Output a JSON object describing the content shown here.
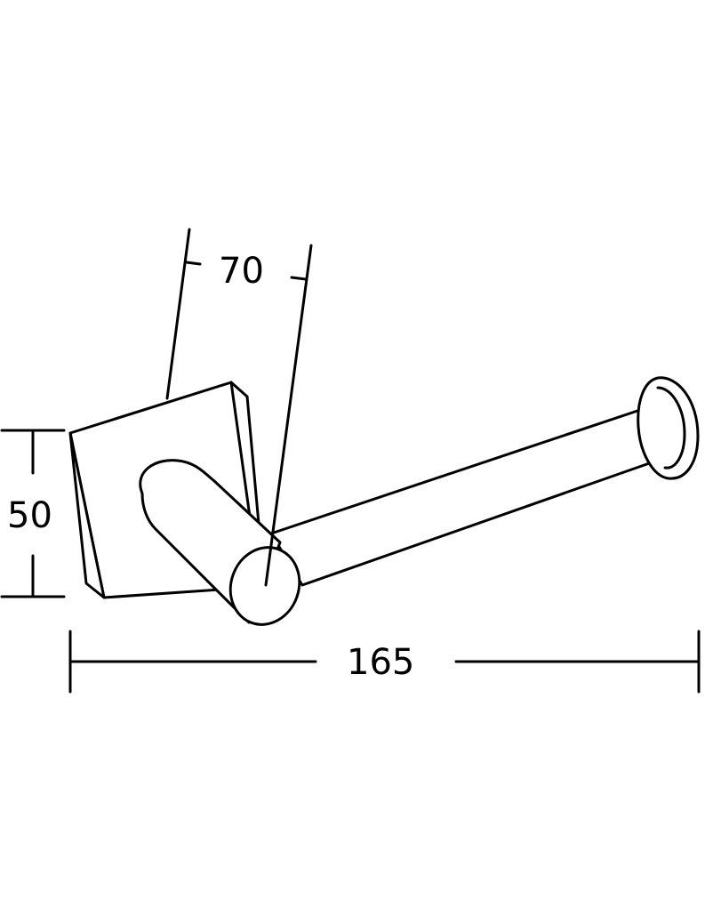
{
  "dimensions": {
    "depth": "70",
    "height": "50",
    "width": "165"
  },
  "colors": {
    "line": "#000000",
    "background": "#ffffff"
  }
}
